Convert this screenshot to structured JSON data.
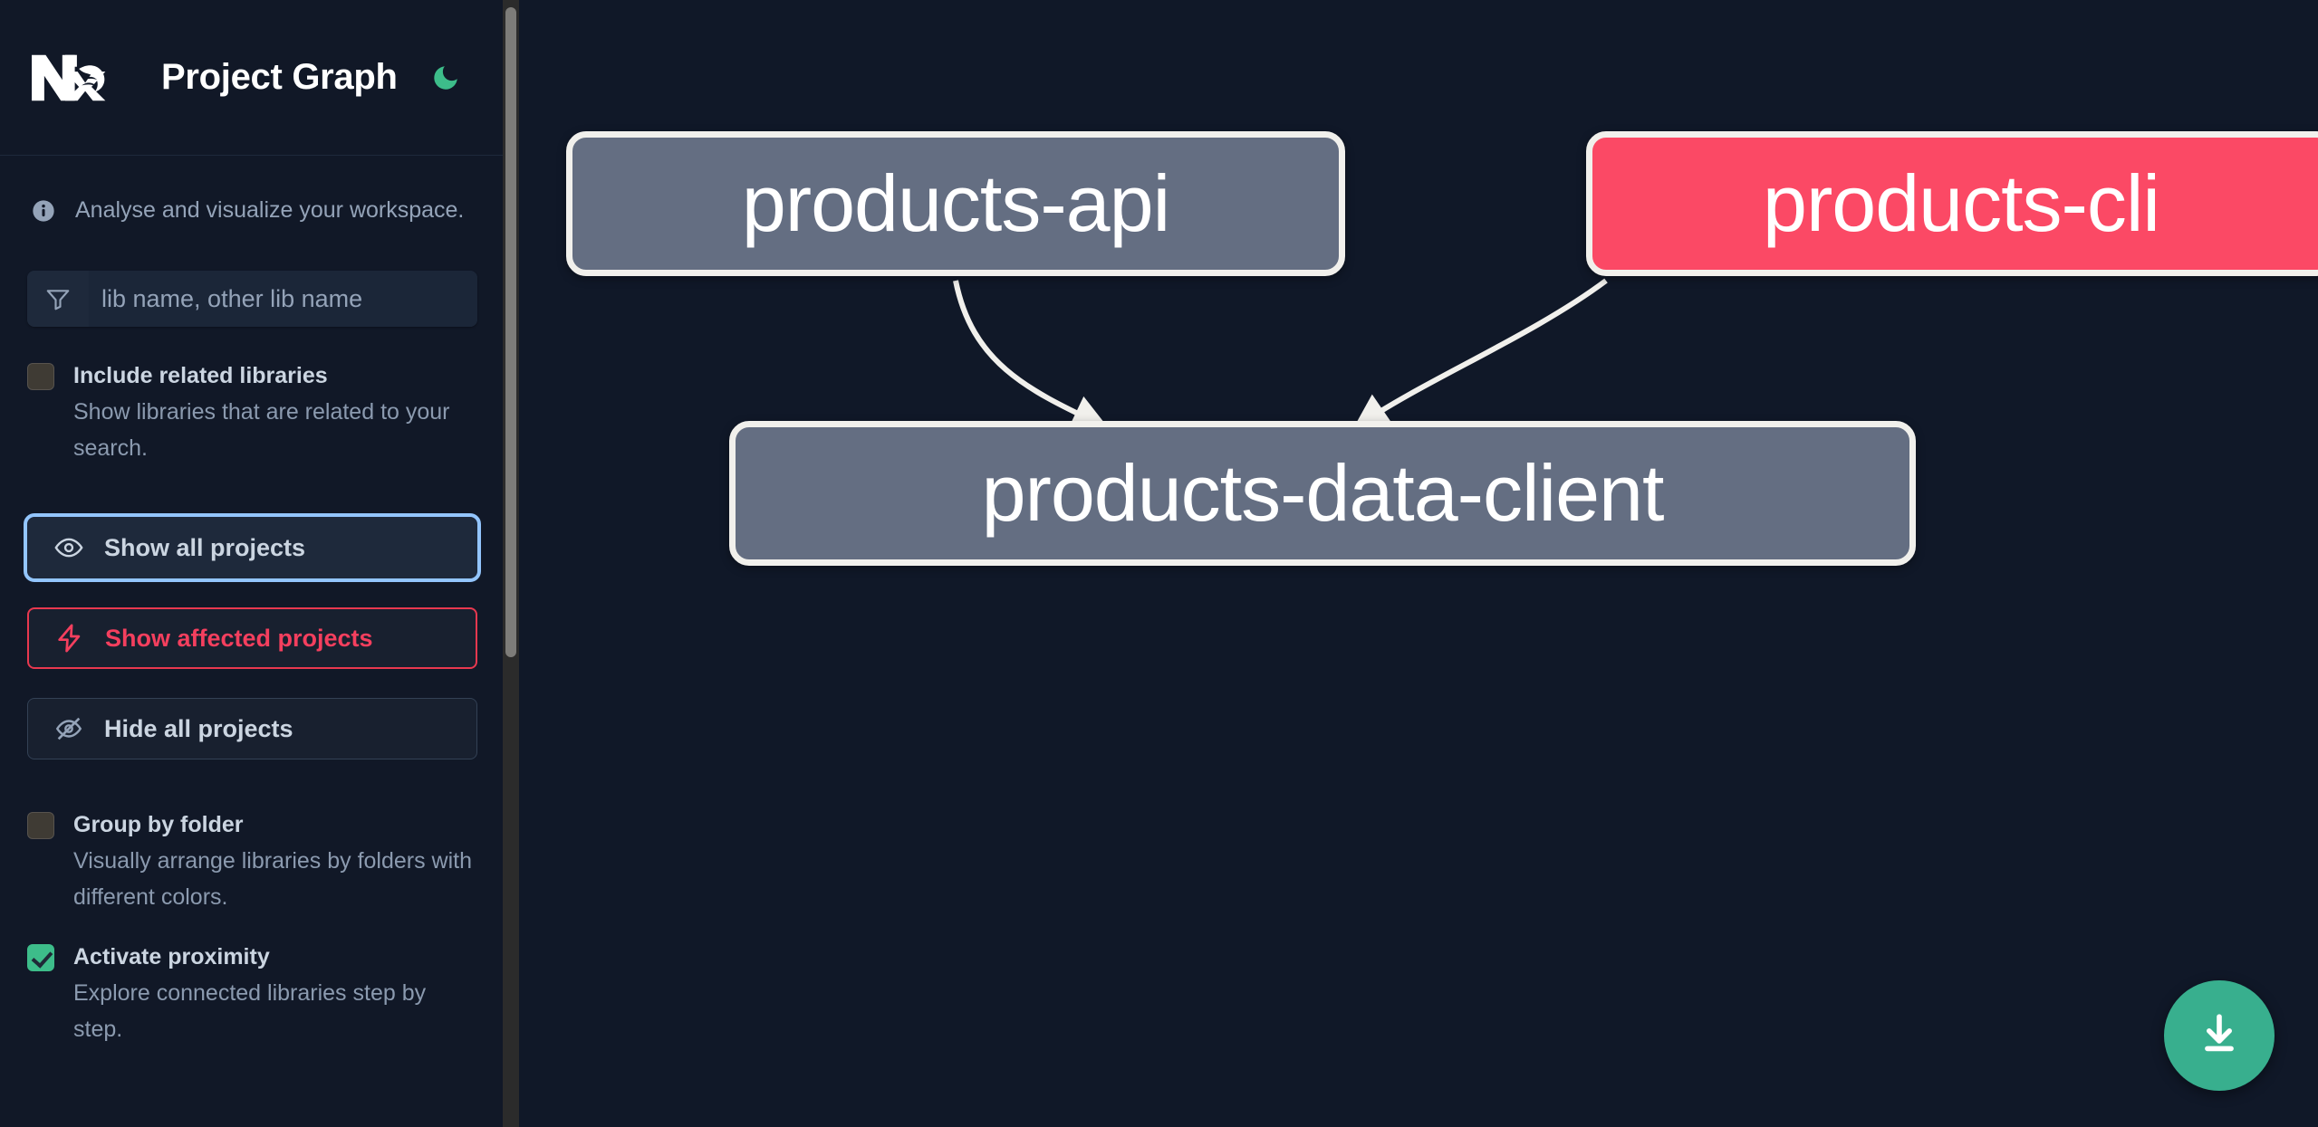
{
  "app": {
    "title": "Project Graph",
    "logo_icon": "nx-logo-icon",
    "theme_toggle_icon": "moon-icon",
    "background_color": "#101828",
    "sidebar_color": "#111827"
  },
  "sidebar": {
    "info": {
      "icon": "info-circle-icon",
      "text": "Analyse and visualize your workspace."
    },
    "filter": {
      "icon": "funnel-filter-icon",
      "placeholder": "lib name, other lib name",
      "value": ""
    },
    "options": [
      {
        "name": "include-related-libraries",
        "title": "Include related libraries",
        "description": "Show libraries that are related to your search.",
        "checked": false
      },
      {
        "name": "group-by-folder",
        "title": "Group by folder",
        "description": "Visually arrange libraries by folders with different colors.",
        "checked": false
      },
      {
        "name": "activate-proximity",
        "title": "Activate proximity",
        "description": "Explore connected libraries step by step.",
        "checked": true
      }
    ],
    "buttons": [
      {
        "name": "show-all-projects",
        "label": "Show all projects",
        "icon": "eye-icon",
        "focused": true,
        "accent": "#93C5FD"
      },
      {
        "name": "show-affected-projects",
        "label": "Show affected projects",
        "icon": "lightning-bolt-icon",
        "focused": false,
        "accent": "#F43F5E"
      },
      {
        "name": "hide-all-projects",
        "label": "Hide all projects",
        "icon": "eye-slash-icon",
        "focused": false,
        "accent": "#CBD5E1"
      }
    ],
    "scrollbar": {
      "thumb_color": "#7D7C79",
      "track_color": "#2B2B2B"
    }
  },
  "graph": {
    "nodes": [
      {
        "id": "products-api",
        "label": "products-api",
        "color": "#646E82",
        "state": "normal"
      },
      {
        "id": "products-cli",
        "label": "products-cli",
        "color": "#FB4965",
        "state": "affected"
      },
      {
        "id": "products-data-client",
        "label": "products-data-client",
        "color": "#646E82",
        "state": "normal"
      }
    ],
    "edges": [
      {
        "from": "products-api",
        "to": "products-data-client"
      },
      {
        "from": "products-cli",
        "to": "products-data-client"
      }
    ],
    "edge_color": "#F1F0EC"
  },
  "actions": {
    "download": {
      "label": "",
      "icon": "download-icon",
      "color": "#38AF8E"
    }
  }
}
